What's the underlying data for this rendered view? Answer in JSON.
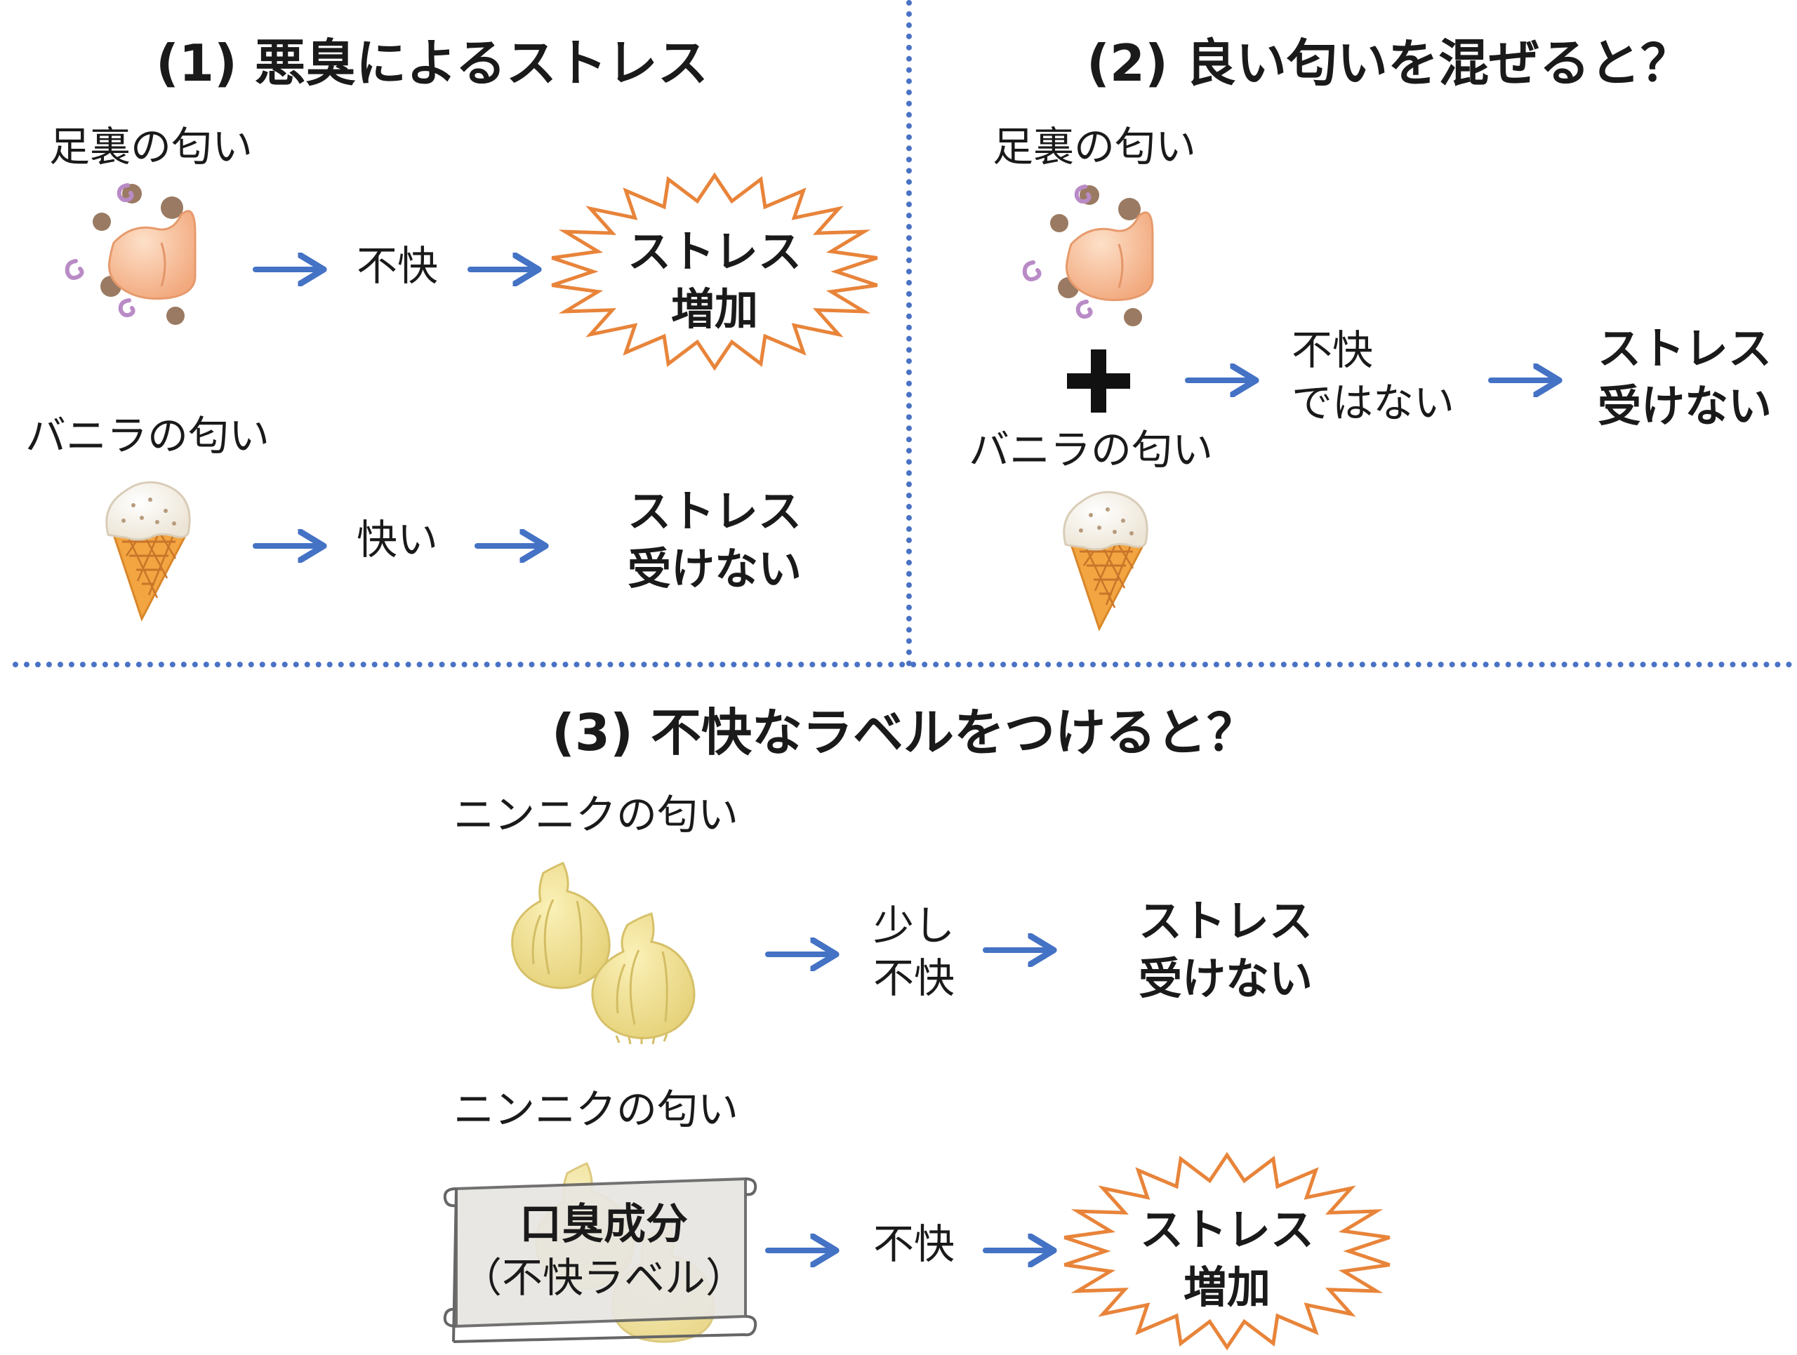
{
  "colors": {
    "arrow": "#4472c4",
    "burst_stroke": "#e8843a",
    "divider": "#4a72c4"
  },
  "panel1": {
    "title": "(1) 悪臭によるストレス",
    "row1": {
      "source_label": "足裏の匂い",
      "source_icon": "smelly-foot-icon",
      "feeling": "不快",
      "result_line1": "ストレス",
      "result_line2": "増加"
    },
    "row2": {
      "source_label": "バニラの匂い",
      "source_icon": "ice-cream-icon",
      "feeling": "快い",
      "result_line1": "ストレス",
      "result_line2": "受けない"
    }
  },
  "panel2": {
    "title": "(2) 良い匂いを混ぜると？",
    "source1_label": "足裏の匂い",
    "source2_label": "バニラの匂い",
    "plus": "+",
    "feeling_line1": "不快",
    "feeling_line2": "ではない",
    "result_line1": "ストレス",
    "result_line2": "受けない"
  },
  "panel3": {
    "title": "(3) 不快なラベルをつけると？",
    "row1": {
      "source_label": "ニンニクの匂い",
      "source_icon": "garlic-icon",
      "feeling_line1": "少し",
      "feeling_line2": "不快",
      "result_line1": "ストレス",
      "result_line2": "受けない"
    },
    "row2": {
      "source_label": "ニンニクの匂い",
      "scroll_line1": "口臭成分",
      "scroll_line2": "（不快ラベル）",
      "feeling": "不快",
      "result_line1": "ストレス",
      "result_line2": "増加"
    }
  }
}
